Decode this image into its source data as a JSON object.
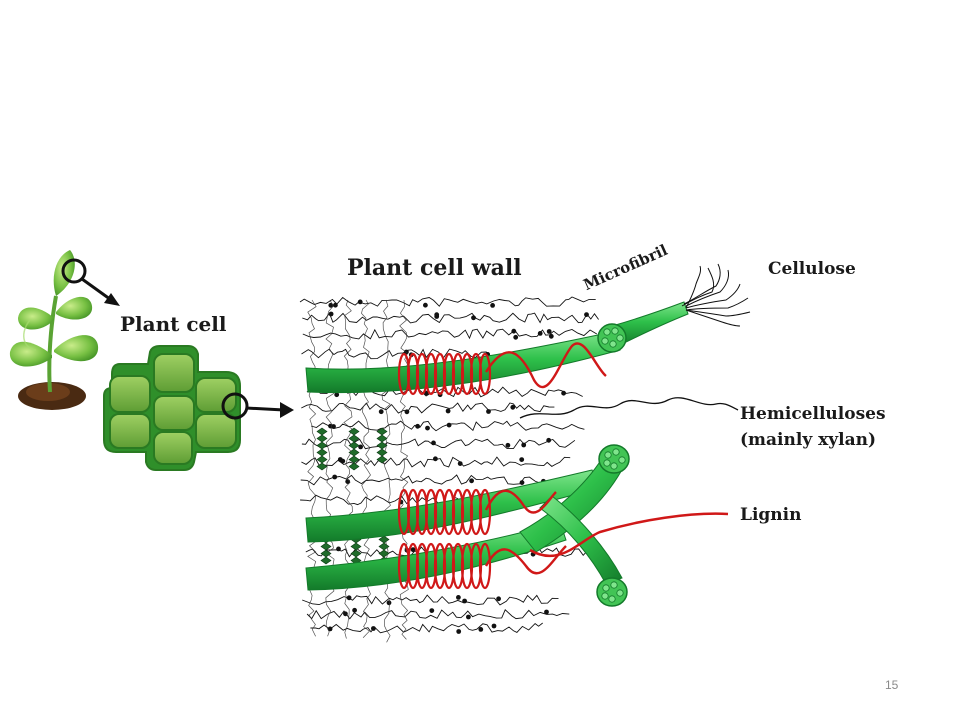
{
  "labels": {
    "plant_cell": "Plant cell",
    "plant_cell_wall": "Plant cell wall",
    "microfibril": "Microfibril",
    "cellulose": "Cellulose",
    "hemicelluloses_line1": "Hemicelluloses",
    "hemicelluloses_line2": "(mainly xylan)",
    "lignin": "Lignin"
  },
  "page_number": "15",
  "colors": {
    "fiber_green": "#2ec04a",
    "fiber_dark": "#137a2a",
    "fiber_highlight": "#7fe58c",
    "lignin_red": "#d01818",
    "hemicellulose_black": "#111111",
    "cell_outer": "#2f8f2a",
    "cell_inner": "#7cbb49",
    "leaf_green": "#77c043",
    "soil": "#4a2a12"
  },
  "icons": {
    "magnifier": "magnifier-circle-icon",
    "arrow": "arrow-right-icon"
  }
}
